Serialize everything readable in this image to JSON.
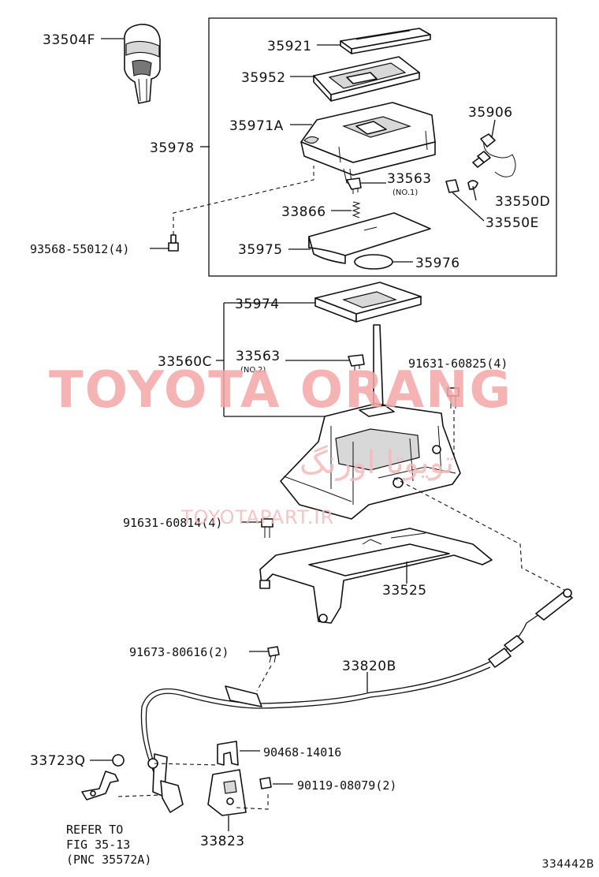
{
  "diagram_id": "334442B",
  "watermark": {
    "brand": "TOYOTA ORANG",
    "persian": "تویوتا اورنگ",
    "site": "TOYOTAPART.IR"
  },
  "parts": {
    "p33504F": "33504F",
    "p35921": "35921",
    "p35952": "35952",
    "p35978": "35978",
    "p35971A": "35971A",
    "p35906": "35906",
    "p33563_1": "33563",
    "p33563_1_sub": "(NO.1)",
    "p33550D": "33550D",
    "p33550E": "33550E",
    "p33866": "33866",
    "p93568": "93568-55012(4)",
    "p35975": "35975",
    "p35976": "35976",
    "p35974": "35974",
    "p33560C": "33560C",
    "p33563_2": "33563",
    "p33563_2_sub": "(NO.2)",
    "p91631_825": "91631-60825(4)",
    "p91631_814": "91631-60814(4)",
    "p33525": "33525",
    "p91673": "91673-80616(2)",
    "p33820B": "33820B",
    "p33723Q": "33723Q",
    "p90468": "90468-14016",
    "p90119": "90119-08079(2)",
    "p33823": "33823"
  },
  "reference_note": {
    "line1": "REFER TO",
    "line2": "FIG 35-13",
    "line3": "(PNC 35572A)"
  }
}
